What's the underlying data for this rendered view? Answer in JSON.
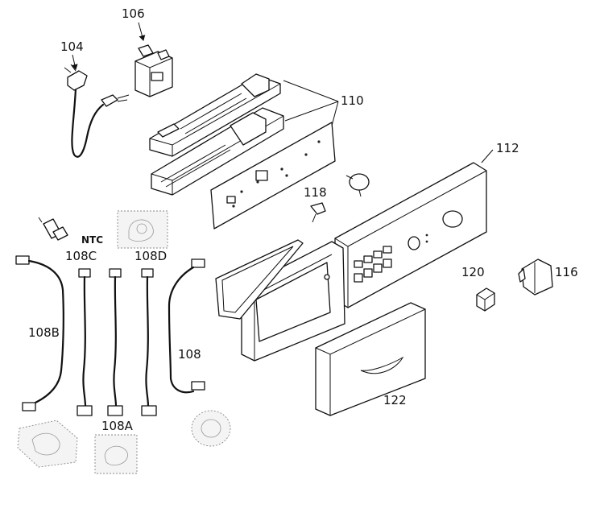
{
  "callouts": {
    "p104": "104",
    "p106": "106",
    "p110": "110",
    "p112": "112",
    "p116": "116",
    "p118": "118",
    "p120": "120",
    "p122": "122",
    "pNTC": "NTC",
    "p108C": "108C",
    "p108D": "108D",
    "p108B": "108B",
    "p108": "108",
    "p108A": "108A"
  }
}
